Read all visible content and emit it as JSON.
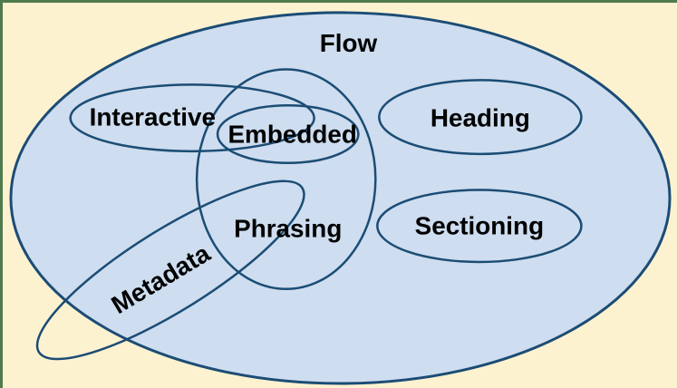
{
  "colors": {
    "background": "#FDF2D0",
    "frame_border": "#4F7A4E",
    "flow_fill": "#CEDDEF",
    "ellipse_stroke": "#1B4C75",
    "label_text": "#000000"
  },
  "diagram": {
    "type": "venn",
    "sets": [
      {
        "id": "flow",
        "label": "Flow"
      },
      {
        "id": "interactive",
        "label": "Interactive"
      },
      {
        "id": "embedded",
        "label": "Embedded"
      },
      {
        "id": "heading",
        "label": "Heading"
      },
      {
        "id": "phrasing",
        "label": "Phrasing"
      },
      {
        "id": "sectioning",
        "label": "Sectioning"
      },
      {
        "id": "metadata",
        "label": "Metadata"
      }
    ]
  }
}
